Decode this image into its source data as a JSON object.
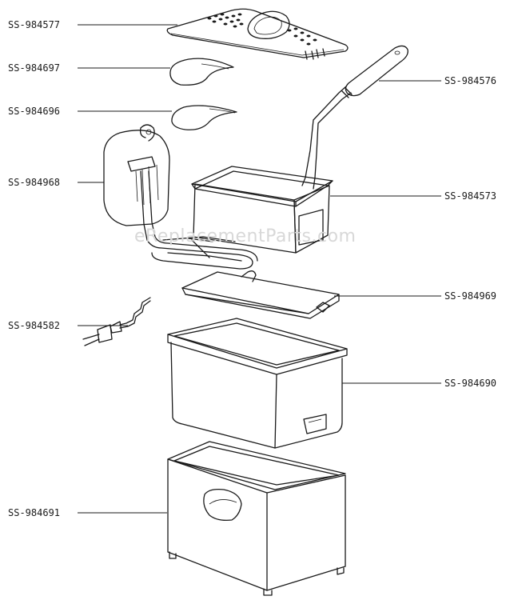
{
  "parts": {
    "lid": {
      "label": "SS-984577"
    },
    "filter_cover": {
      "label": "SS-984697"
    },
    "filter": {
      "label": "SS-984696"
    },
    "handle": {
      "label": "SS-984576"
    },
    "control_head": {
      "label": "SS-984968"
    },
    "basket": {
      "label": "SS-984573"
    },
    "grate": {
      "label": "SS-984969"
    },
    "cord": {
      "label": "SS-984582"
    },
    "oil_container": {
      "label": "SS-984690"
    },
    "body_housing": {
      "label": "SS-984691"
    }
  },
  "watermark": {
    "text": "eReplacementParts.com"
  },
  "colors": {
    "ink": "#1a1a1a",
    "watermark": "#d8d8d8",
    "background": "#ffffff"
  }
}
